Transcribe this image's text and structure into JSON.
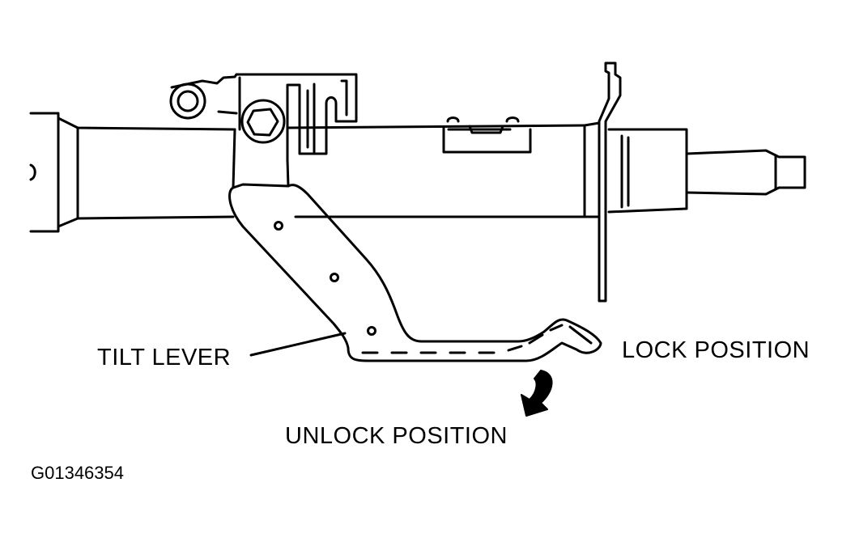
{
  "labels": {
    "tilt_lever": "TILT LEVER",
    "lock_position": "LOCK POSITION",
    "unlock_position": "UNLOCK POSITION",
    "figure_code": "G01346354"
  },
  "colors": {
    "line": "#000000",
    "background": "#ffffff"
  },
  "icons": {
    "direction_arrow": "curved-arrow-down-left-icon"
  }
}
